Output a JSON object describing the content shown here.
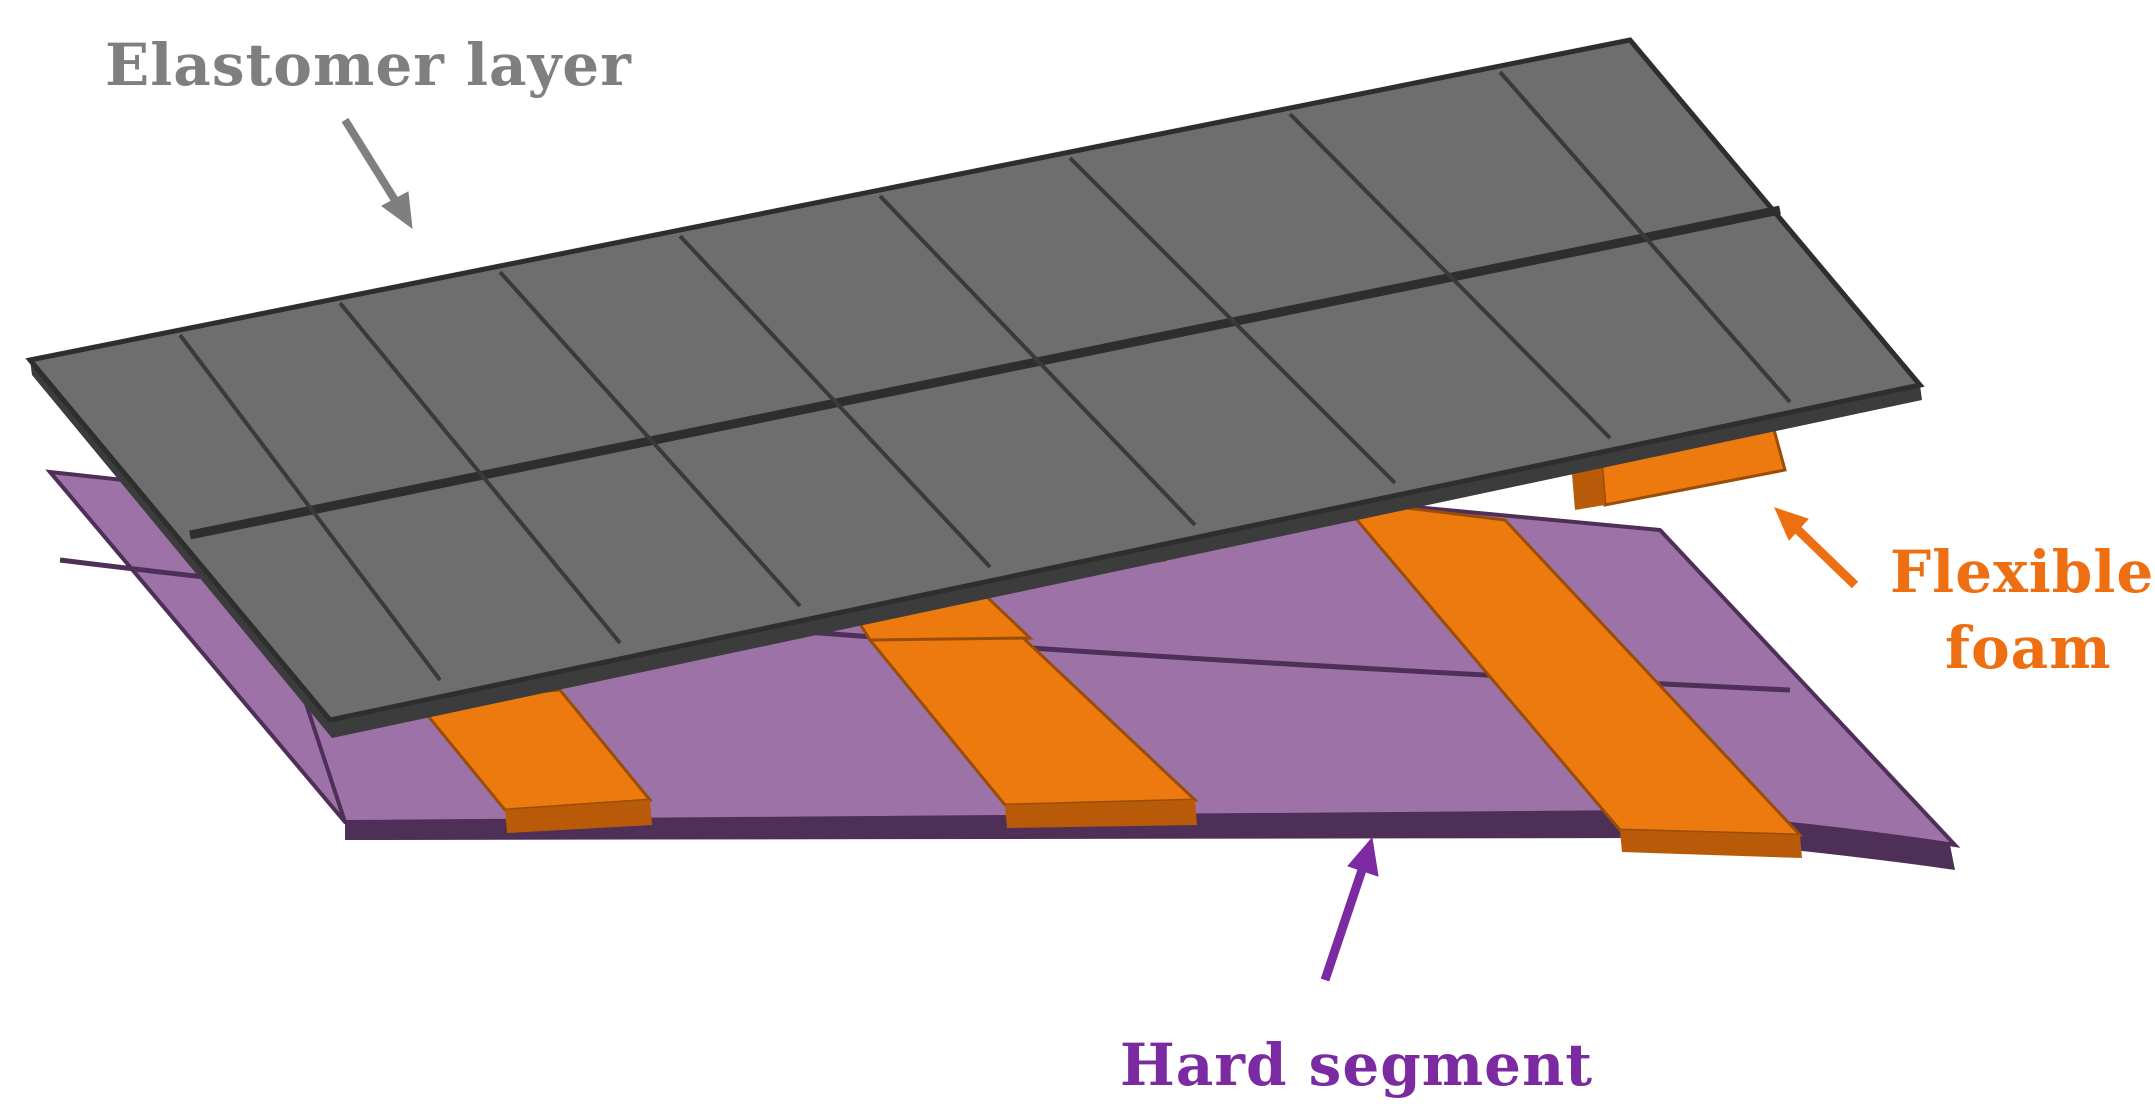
{
  "labels": {
    "elastomer": "Elastomer layer",
    "flexible_line1": "Flexible",
    "flexible_line2": "foam",
    "hard": "Hard segment"
  },
  "colors": {
    "elastomer": "#6e6e6e",
    "elastomer_edge": "#3c3c3c",
    "hard_segment": "#9d72a7",
    "hard_segment_edge": "#4e2f58",
    "foam": "#ec7a0e",
    "foam_edge": "#9a4d08",
    "gray_label": "#7f7f7f",
    "orange_label": "#ee6e12",
    "purple_label": "#7b2aa2"
  }
}
